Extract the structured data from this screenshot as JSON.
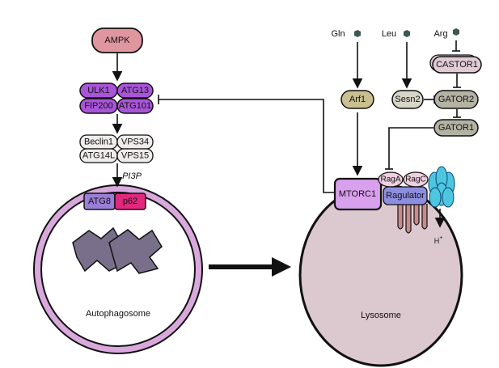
{
  "nodes": {
    "ampk": "AMPK",
    "ulk1": "ULK1",
    "atg13": "ATG13",
    "fip200": "FIP200",
    "atg101": "ATG101",
    "beclin1": "Beclin1",
    "vps34": "VPS34",
    "atg14l": "ATG14L",
    "vps15": "VPS15",
    "pi3p": "PI3P",
    "atg8": "ATG8",
    "p62": "p62",
    "autophagosome": "Autophagosome",
    "gln": "Gln",
    "leu": "Leu",
    "arg": "Arg",
    "arf1": "Arf1",
    "sesn2": "Sesn2",
    "castor1": "CASTOR1",
    "gator2": "GATOR2",
    "gator1": "GATOR1",
    "mtorc1": "MTORC1",
    "raga": "RagA",
    "ragc": "RagC",
    "ragulator": "Ragulator",
    "hplus": "H",
    "hplus_sup": "+",
    "lysosome": "Lysosome"
  },
  "colors": {
    "ampk": "#e0969e",
    "ulk": "#a855d8",
    "pi3k": "#efeceb",
    "atg8": "#9a7fd6",
    "p62": "#e0287e",
    "ring": "#d9a8dc",
    "lysosome": "#dbc9cf",
    "cargo": "#7a6f8a",
    "aa": "#3c5853",
    "arf1": "#c9bf8f",
    "sesn2": "#d7d6c8",
    "castor1": "#e0cbd6",
    "gator": "#b4b2a2",
    "mtorc1": "#d9a0ee",
    "rag": "#efcfe0",
    "ragulator": "#8e8ee0",
    "vatpase": "#4cc7df"
  }
}
